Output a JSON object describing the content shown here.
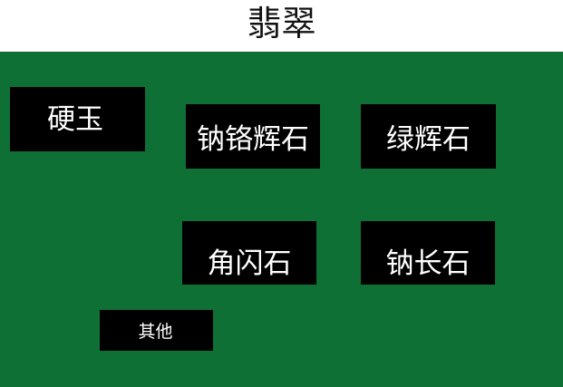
{
  "title": "翡翠",
  "colors": {
    "panel": "#0e7034",
    "box": "#000000",
    "text": "#ffffff"
  },
  "boxes": [
    {
      "label": "硬玉"
    },
    {
      "label": "钠铬辉石"
    },
    {
      "label": "绿辉石"
    },
    {
      "label": "角闪石"
    },
    {
      "label": "钠长石"
    },
    {
      "label": "其他"
    }
  ]
}
